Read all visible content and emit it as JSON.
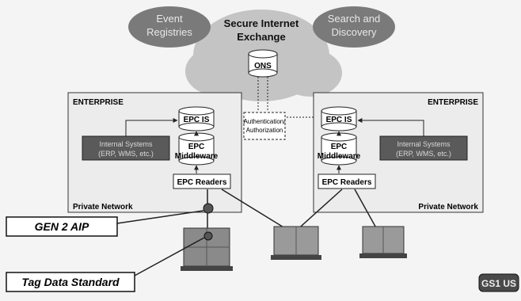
{
  "cloud": {
    "left_label_line1": "Event",
    "left_label_line2": "Registries",
    "center_label_line1": "Secure Internet",
    "center_label_line2": "Exchange",
    "right_label_line1": "Search and",
    "right_label_line2": "Discovery",
    "ons_label": "ONS"
  },
  "auth_label_line1": "Authentication/",
  "auth_label_line2": "Authorization",
  "left_enterprise": {
    "title": "ENTERPRISE",
    "epcis": "EPC IS",
    "middleware_line1": "EPC",
    "middleware_line2": "Middleware",
    "readers": "EPC Readers",
    "internal_systems_line1": "Internal Systems",
    "internal_systems_line2": "(ERP, WMS, etc.)",
    "network_label": "Private Network"
  },
  "right_enterprise": {
    "title": "ENTERPRISE",
    "epcis": "EPC IS",
    "middleware_line1": "EPC",
    "middleware_line2": "Middleware",
    "readers": "EPC Readers",
    "internal_systems_line1": "Internal Systems",
    "internal_systems_line2": "(ERP, WMS, etc.)",
    "network_label": "Private Network"
  },
  "callouts": {
    "gen2": "GEN 2 AIP",
    "tag_data": "Tag Data Standard"
  },
  "badge": "GS1 US",
  "colors": {
    "cloud_light": "#b8b8b8",
    "cloud_dark": "#7a7a7a",
    "dark_box": "#5a5a5a",
    "line": "#222222"
  }
}
